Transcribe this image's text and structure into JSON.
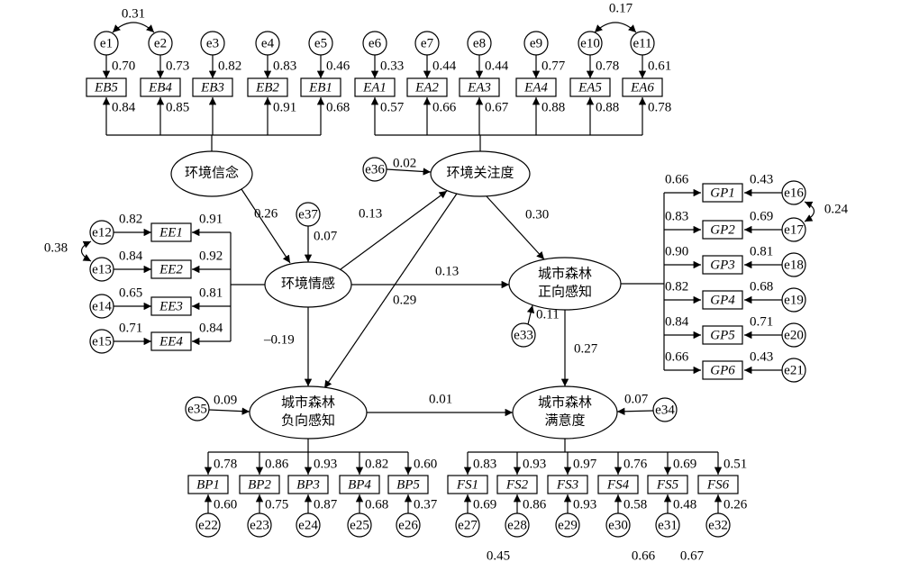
{
  "latent": {
    "eb": "环境信念",
    "ea": "环境关注度",
    "ee": "环境情感",
    "gp": [
      "城市森林",
      "正向感知"
    ],
    "bp": [
      "城市森林",
      "负向感知"
    ],
    "fs": [
      "城市森林",
      "满意度"
    ]
  },
  "eb_items": [
    {
      "name": "EB5",
      "err": "e1",
      "r2": "0.70",
      "load": "0.84"
    },
    {
      "name": "EB4",
      "err": "e2",
      "r2": "0.73",
      "load": "0.85"
    },
    {
      "name": "EB3",
      "err": "e3",
      "r2": "0.82",
      "load": ""
    },
    {
      "name": "EB2",
      "err": "e4",
      "r2": "0.83",
      "load": "0.91"
    },
    {
      "name": "EB1",
      "err": "e5",
      "r2": "0.46",
      "load": "0.68"
    }
  ],
  "ea_items": [
    {
      "name": "EA1",
      "err": "e6",
      "r2": "0.33",
      "load": "0.57"
    },
    {
      "name": "EA2",
      "err": "e7",
      "r2": "0.44",
      "load": "0.66"
    },
    {
      "name": "EA3",
      "err": "e8",
      "r2": "0.44",
      "load": "0.67"
    },
    {
      "name": "EA4",
      "err": "e9",
      "r2": "0.77",
      "load": "0.88"
    },
    {
      "name": "EA5",
      "err": "e10",
      "r2": "0.78",
      "load": "0.88"
    },
    {
      "name": "EA6",
      "err": "e11",
      "r2": "0.61",
      "load": "0.78"
    }
  ],
  "ee_items": [
    {
      "name": "EE1",
      "err": "e12",
      "r2": "0.82",
      "load": "0.91"
    },
    {
      "name": "EE2",
      "err": "e13",
      "r2": "0.84",
      "load": "0.92"
    },
    {
      "name": "EE3",
      "err": "e14",
      "r2": "0.65",
      "load": "0.81"
    },
    {
      "name": "EE4",
      "err": "e15",
      "r2": "0.71",
      "load": "0.84"
    }
  ],
  "gp_items": [
    {
      "name": "GP1",
      "err": "e16",
      "r2": "0.43",
      "load": "0.66"
    },
    {
      "name": "GP2",
      "err": "e17",
      "r2": "0.69",
      "load": "0.83"
    },
    {
      "name": "GP3",
      "err": "e18",
      "r2": "0.81",
      "load": "0.90"
    },
    {
      "name": "GP4",
      "err": "e19",
      "r2": "0.68",
      "load": "0.82"
    },
    {
      "name": "GP5",
      "err": "e20",
      "r2": "0.71",
      "load": "0.84"
    },
    {
      "name": "GP6",
      "err": "e21",
      "r2": "0.43",
      "load": "0.66"
    }
  ],
  "bp_items": [
    {
      "name": "BP1",
      "err": "e22",
      "r2": "0.60",
      "load": "0.78"
    },
    {
      "name": "BP2",
      "err": "e23",
      "r2": "0.75",
      "load": "0.86"
    },
    {
      "name": "BP3",
      "err": "e24",
      "r2": "0.87",
      "load": "0.93"
    },
    {
      "name": "BP4",
      "err": "e25",
      "r2": "0.68",
      "load": "0.82"
    },
    {
      "name": "BP5",
      "err": "e26",
      "r2": "0.37",
      "load": "0.60"
    }
  ],
  "fs_items": [
    {
      "name": "FS1",
      "err": "e27",
      "r2": "0.69",
      "load": "0.83"
    },
    {
      "name": "FS2",
      "err": "e28",
      "r2": "0.86",
      "load": "0.93"
    },
    {
      "name": "FS3",
      "err": "e29",
      "r2": "0.93",
      "load": "0.97"
    },
    {
      "name": "FS4",
      "err": "e30",
      "r2": "0.58",
      "load": "0.76"
    },
    {
      "name": "FS5",
      "err": "e31",
      "r2": "0.48",
      "load": "0.69"
    },
    {
      "name": "FS6",
      "err": "e32",
      "r2": "0.26",
      "load": "0.51"
    }
  ],
  "correlations": {
    "e1_e2": "0.31",
    "e10_e11": "0.17",
    "e12_e13": "0.38",
    "e16_e17": "0.24"
  },
  "disturbances": {
    "ea": {
      "name": "e36",
      "value": "0.02"
    },
    "ee": {
      "name": "e37",
      "value": "0.07"
    },
    "gp": {
      "name": "e33",
      "value": "0.11"
    },
    "bp": {
      "name": "e35",
      "value": "0.09"
    },
    "fs": {
      "name": "e34",
      "value": "0.07"
    }
  },
  "paths": {
    "eb_ee": "0.26",
    "ee_ea": "0.13",
    "ea_gp": "0.30",
    "ee_gp": "0.13",
    "ea_bp": "0.29",
    "ee_bp": "–0.19",
    "gp_fs": "0.27",
    "bp_fs": "0.01"
  },
  "stray_values": [
    "0.45",
    "0.66",
    "0.67"
  ]
}
